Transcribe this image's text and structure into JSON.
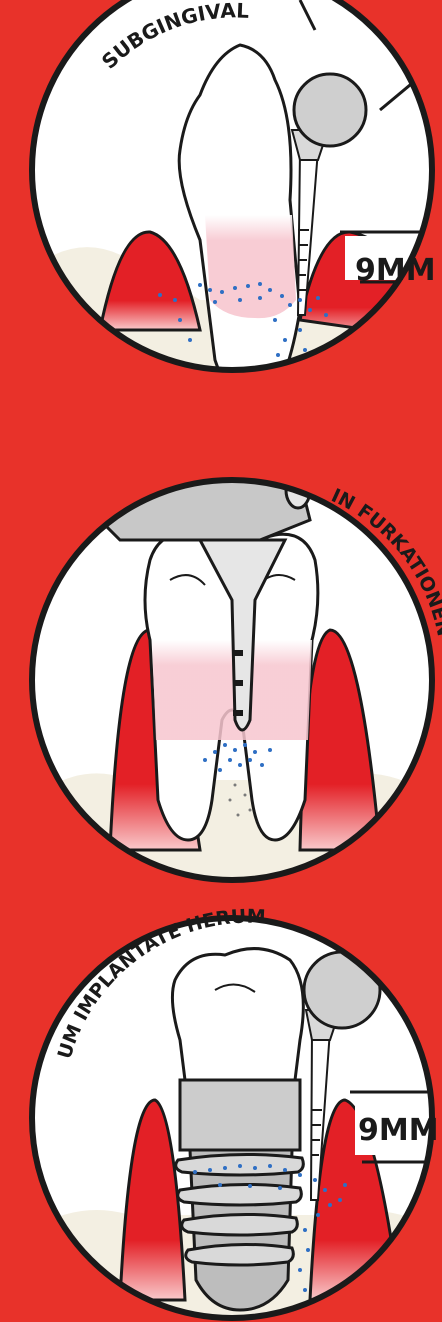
{
  "panels": [
    {
      "arc_label": "SUBGINGIVAL",
      "measure_label": "9MM"
    },
    {
      "arc_label": "IN FURKATIONEN"
    },
    {
      "arc_label": "UM IMPLANTATE HERUM",
      "measure_label": "9MM"
    }
  ],
  "colors": {
    "background": "#e8322a",
    "gum": "#e32026",
    "gum_light": "#f7b3b5",
    "bone": "#f3efe2",
    "tooth": "#ffffff",
    "outline": "#1a1a1a",
    "dots": "#2f6fc4",
    "instrument": "#d9d9d9"
  }
}
